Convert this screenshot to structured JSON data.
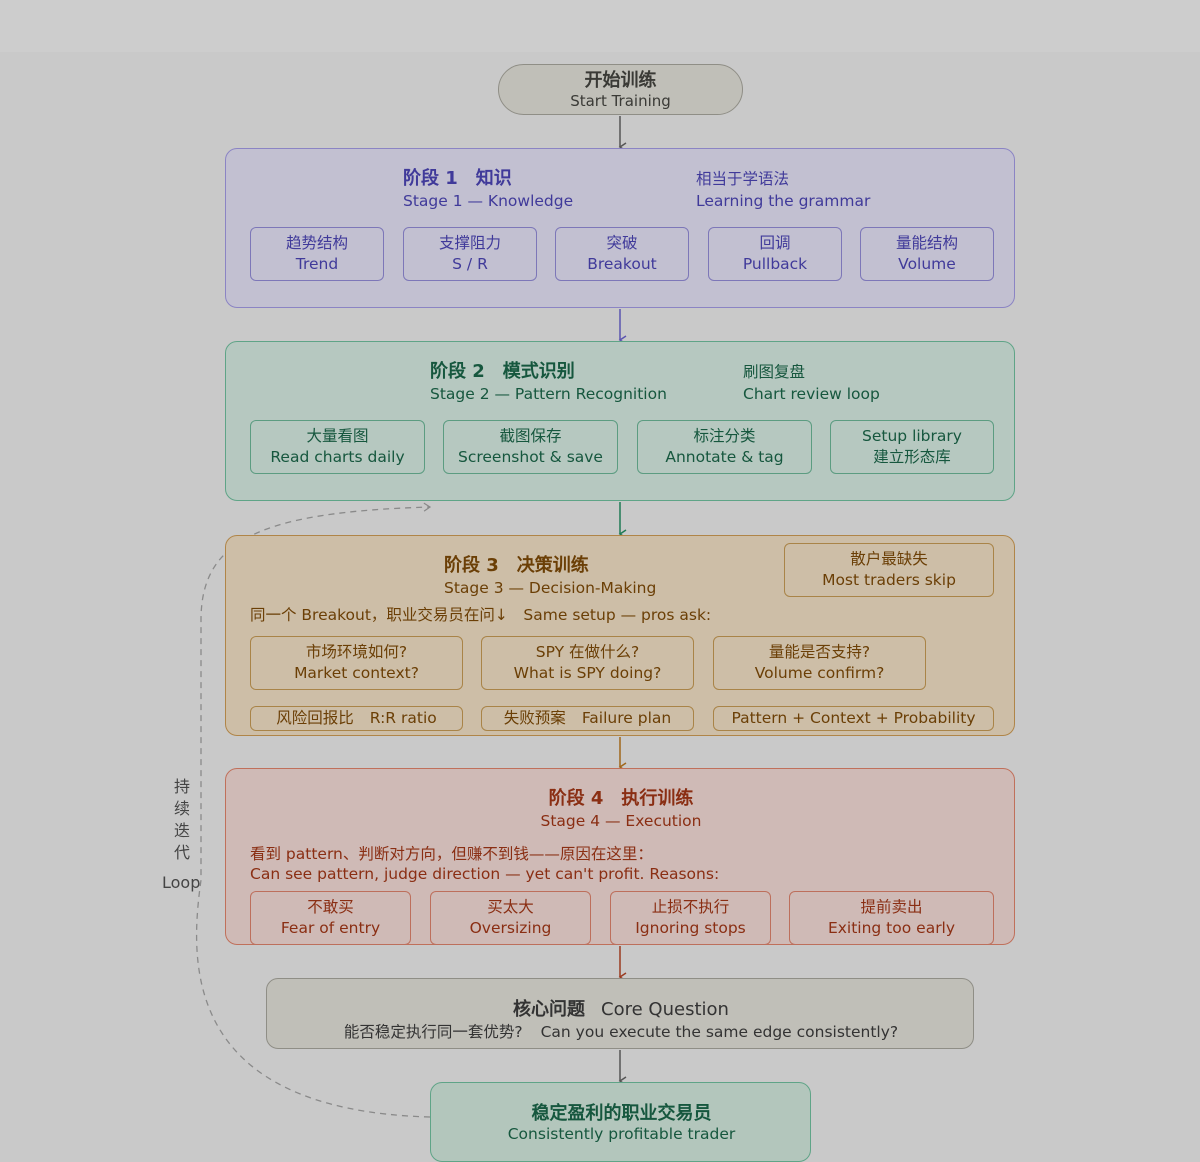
{
  "start": {
    "zh": "开始训练",
    "en": "Start Training"
  },
  "stage1": {
    "title": "阶段 1　知识",
    "subtitle": "Stage 1 — Knowledge",
    "note_zh": "相当于学语法",
    "note_en": "Learning the grammar",
    "items": [
      {
        "zh": "趋势结构",
        "en": "Trend"
      },
      {
        "zh": "支撑阻力",
        "en": "S / R"
      },
      {
        "zh": "突破",
        "en": "Breakout"
      },
      {
        "zh": "回调",
        "en": "Pullback"
      },
      {
        "zh": "量能结构",
        "en": "Volume"
      }
    ]
  },
  "stage2": {
    "title": "阶段 2　模式识别",
    "subtitle": "Stage 2 — Pattern Recognition",
    "note_zh": "刷图复盘",
    "note_en": "Chart review loop",
    "items": [
      {
        "zh": "大量看图",
        "en": "Read charts daily"
      },
      {
        "zh": "截图保存",
        "en": "Screenshot & save"
      },
      {
        "zh": "标注分类",
        "en": "Annotate & tag"
      },
      {
        "zh": "Setup library",
        "en": "建立形态库"
      }
    ]
  },
  "stage3": {
    "title": "阶段 3　决策训练",
    "subtitle": "Stage 3 — Decision-Making",
    "callout_zh": "散户最缺失",
    "callout_en": "Most traders skip",
    "question_line": "同一个 Breakout，职业交易员在问↓　Same setup — pros ask:",
    "questions": [
      {
        "zh": "市场环境如何?",
        "en": "Market context?"
      },
      {
        "zh": "SPY 在做什么?",
        "en": "What is SPY doing?"
      },
      {
        "zh": "量能是否支持?",
        "en": "Volume confirm?"
      }
    ],
    "extras": [
      {
        "zh": "风险回报比",
        "en": "R:R ratio"
      },
      {
        "zh": "失败预案",
        "en": "Failure plan"
      },
      {
        "text": "Pattern + Context + Probability"
      }
    ]
  },
  "stage4": {
    "title": "阶段 4　执行训练",
    "subtitle": "Stage 4 — Execution",
    "reason_zh": "看到 pattern、判断对方向，但赚不到钱——原因在这里：",
    "reason_en": "Can see pattern, judge direction — yet can't profit. Reasons:",
    "items": [
      {
        "zh": "不敢买",
        "en": "Fear of entry"
      },
      {
        "zh": "买太大",
        "en": "Oversizing"
      },
      {
        "zh": "止损不执行",
        "en": "Ignoring stops"
      },
      {
        "zh": "提前卖出",
        "en": "Exiting too early"
      }
    ]
  },
  "core": {
    "title_zh": "核心问题",
    "title_en": "Core Question",
    "question_zh": "能否稳定执行同一套优势?",
    "question_en": "Can you execute the same edge consistently?"
  },
  "final": {
    "zh": "稳定盈利的职业交易员",
    "en": "Consistently profitable trader"
  },
  "loop": {
    "chars": [
      "持",
      "续",
      "迭",
      "代"
    ],
    "en": "Loop"
  },
  "colors": {
    "stage1": "#403a9a",
    "stage2": "#16573e",
    "stage3": "#6b3f06",
    "stage4": "#8a2e13",
    "neutral": "#3a3a36"
  }
}
